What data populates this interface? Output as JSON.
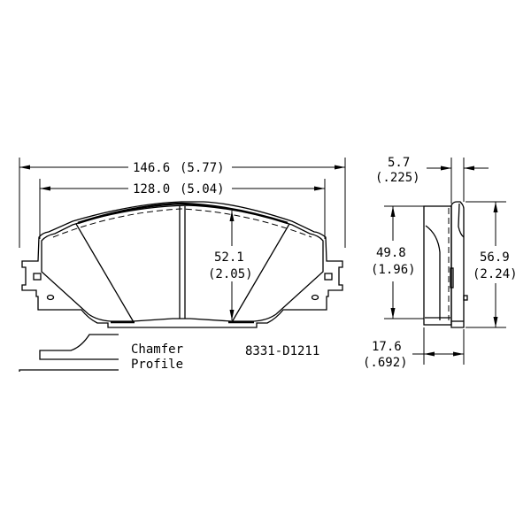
{
  "front_view": {
    "overall_width": "146.6",
    "overall_width_in": "(5.77)",
    "friction_width": "128.0",
    "friction_width_in": "(5.04)",
    "height": "52.1",
    "height_in": "(2.05)"
  },
  "side_view": {
    "plate_thickness": "5.7",
    "plate_thickness_in": "(.225)",
    "friction_height": "49.8",
    "friction_height_in": "(1.96)",
    "plate_height": "56.9",
    "plate_height_in": "(2.24)",
    "total_thickness": "17.6",
    "total_thickness_in": "(.692)"
  },
  "chamfer": {
    "line1": "Chamfer",
    "line2": "Profile"
  },
  "part_number": "8331-D1211"
}
